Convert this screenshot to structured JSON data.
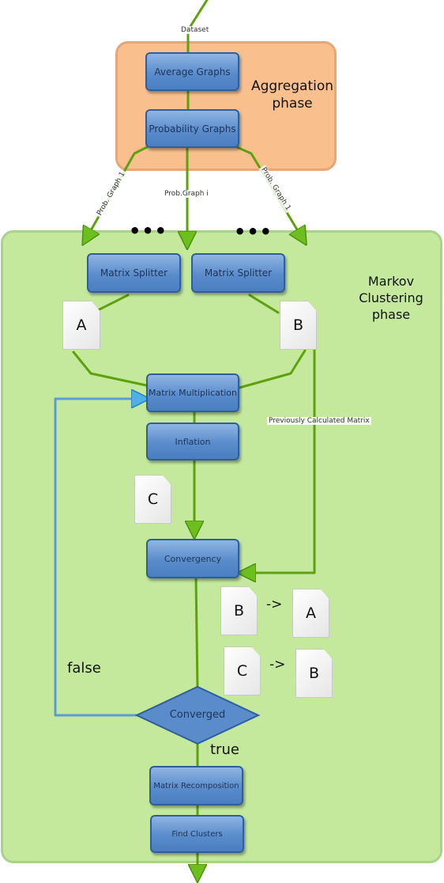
{
  "phases": {
    "aggregation": [
      "Aggregation",
      "phase"
    ],
    "markov": [
      "Markov",
      "Clustering",
      "phase"
    ]
  },
  "nodes": {
    "average_graphs": "Average Graphs",
    "probability_graphs": "Probability Graphs",
    "matrix_splitter_1": "Matrix Splitter",
    "matrix_splitter_2": "Matrix Splitter",
    "matrix_multiplication": "Matrix Multiplication",
    "inflation": "Inflation",
    "convergency": "Convergency",
    "converged": "Converged",
    "matrix_recomposition": "Matrix Recomposition",
    "find_clusters": "Find Clusters"
  },
  "edge_labels": {
    "dataset": "Dataset",
    "prob_graph_left": "Prob. Graph 1",
    "prob_graph_middle": "Prob.Graph i",
    "prob_graph_right": "Prob. Graph 1",
    "previously_calculated": "Previously Calculated Matrix"
  },
  "documents": {
    "a": "A",
    "b": "B",
    "c": "C",
    "swap1_from": "B",
    "swap1_to": "A",
    "swap2_from": "C",
    "swap2_to": "B"
  },
  "swap_arrow": "->",
  "decision": {
    "false_label": "false",
    "true_label": "true"
  },
  "ellipsis": "•••",
  "colors": {
    "aggregation_bg": "#f9c08e",
    "aggregation_border": "#e8a577",
    "markov_bg": "#c4e99d",
    "markov_border": "#a8d38a",
    "flow": "#5ea10f",
    "loop": "#5b9bd5",
    "node": "#5a8ccc"
  }
}
